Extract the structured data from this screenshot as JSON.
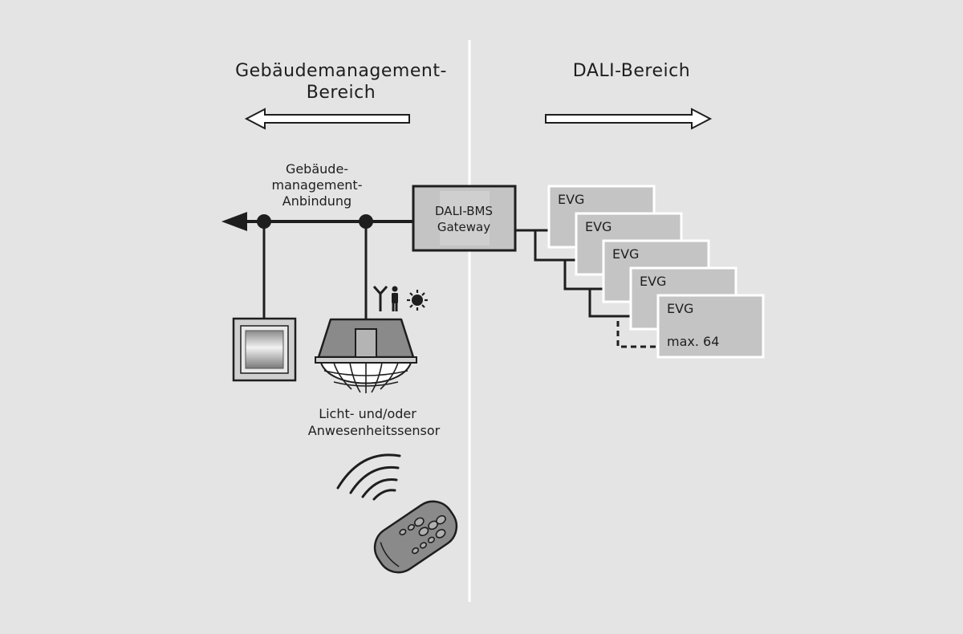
{
  "regions": {
    "left": {
      "line1": "Gebäudemanagement-",
      "line2": "Bereich"
    },
    "right": {
      "title": "DALI-Bereich"
    }
  },
  "connection": {
    "line1": "Gebäude-",
    "line2": "management-",
    "line3": "Anbindung"
  },
  "gateway": {
    "line1": "DALI-BMS",
    "line2": "Gateway"
  },
  "sensor": {
    "line1": "Licht- und/oder",
    "line2": "Anwesenheitssensor"
  },
  "devices": {
    "evg_labels": [
      "EVG",
      "EVG",
      "EVG",
      "EVG",
      "EVG"
    ],
    "max_label": "max. 64"
  },
  "icons": {
    "switch": "wall-switch-icon",
    "sensor": "ceiling-sensor-icon",
    "antenna": "antenna-icon",
    "person": "person-icon",
    "sun": "sun-icon",
    "remote": "remote-control-icon"
  },
  "colors": {
    "background": "#e4e4e4",
    "line": "#1e1e1e",
    "box_fill": "#c4c4c4",
    "device_gray": "#8a8a8a"
  }
}
